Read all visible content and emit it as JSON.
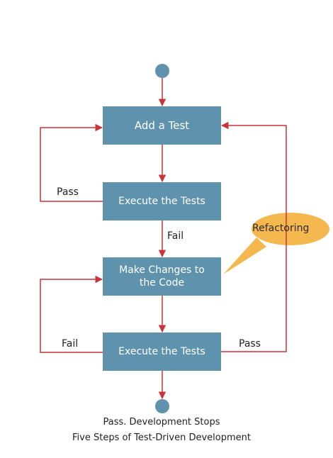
{
  "diagram": {
    "nodes": {
      "add_test": "Add a Test",
      "execute_tests_1": "Execute the Tests",
      "make_changes": "Make Changes to\nthe Code",
      "execute_tests_2": "Execute the Tests"
    },
    "edge_labels": {
      "pass_left": "Pass",
      "fail_middle": "Fail",
      "fail_left": "Fail",
      "pass_right": "Pass"
    },
    "callout": "Refactoring",
    "captions": {
      "end_state": "Pass. Development Stops",
      "title": "Five Steps of Test-Driven Development"
    }
  },
  "colors": {
    "box": "#5f93ad",
    "node_circle": "#5f93ad",
    "arrow": "#c9343b",
    "callout": "#f5b84e"
  }
}
